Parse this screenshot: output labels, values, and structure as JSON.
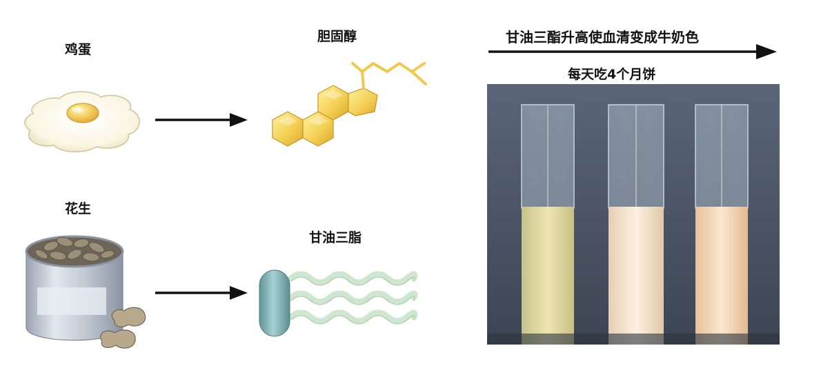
{
  "labels": {
    "egg": "鸡蛋",
    "cholesterol": "胆固醇",
    "peanut": "花生",
    "triglyceride": "甘油三脂",
    "effect": "甘油三酯升高使血清变成牛奶色",
    "dose": "每天吃4个月饼"
  },
  "colors": {
    "arrow": "#111111",
    "cholesterol_ring": "#f2cf4a",
    "tg_head": "#7fb3b5",
    "tg_tail": "#cfe6cf",
    "photo_bg": "#4a5666",
    "serum_1": "#e7dc9f",
    "serum_2": "#f6e2c9",
    "serum_3": "#f3d2b0"
  },
  "icons": {
    "egg": "fried-egg-icon",
    "cholesterol": "steroid-rings-icon",
    "peanut": "peanut-can-icon",
    "triglyceride": "lipid-molecule-icon"
  }
}
